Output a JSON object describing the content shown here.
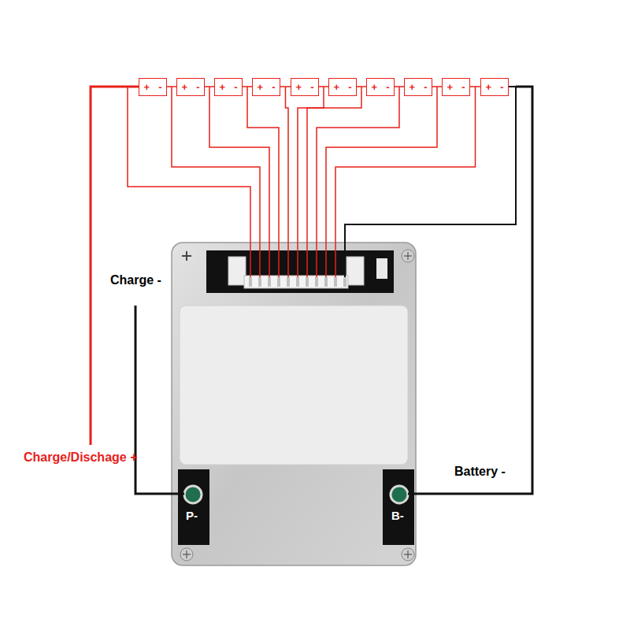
{
  "diagram": {
    "nodes": [
      {
        "text": [
          "+",
          "-"
        ]
      },
      {
        "text": [
          "+",
          "-"
        ]
      },
      {
        "text": [
          "+",
          "-"
        ]
      },
      {
        "text": [
          "+",
          "-"
        ]
      },
      {
        "text": [
          "+",
          "-"
        ]
      },
      {
        "text": [
          "+",
          "-"
        ]
      },
      {
        "text": [
          "+",
          "-"
        ]
      },
      {
        "text": [
          "+",
          "-"
        ]
      },
      {
        "text": [
          "+",
          "-"
        ]
      },
      {
        "text": [
          "+",
          "-"
        ]
      }
    ],
    "labels": [
      "Charge -",
      "Charge/Dischage +",
      "Battery -",
      "P-",
      "B-"
    ]
  }
}
